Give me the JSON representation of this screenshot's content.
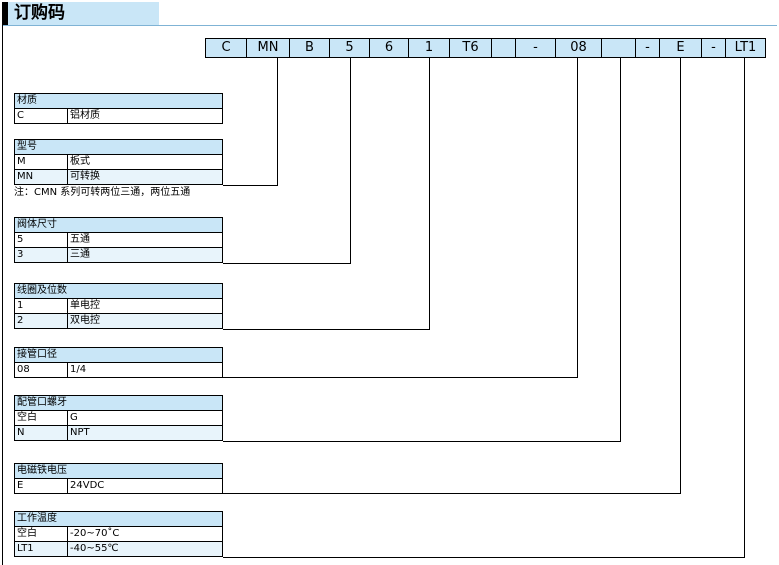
{
  "title": "订购码",
  "code": [
    "C",
    "MN",
    "B",
    "5",
    "6",
    "1",
    "T6",
    "",
    "-",
    "08",
    "",
    "-",
    "E",
    "-",
    "LT1"
  ],
  "tables": [
    {
      "id": "material",
      "header": "材质",
      "rows": [
        [
          "C",
          "铝材质"
        ]
      ]
    },
    {
      "id": "type",
      "header": "型号",
      "rows": [
        [
          "M",
          "板式"
        ],
        [
          "MN",
          "可转换"
        ]
      ]
    },
    {
      "id": "valve-size",
      "header": "阀体尺寸",
      "rows": [
        [
          "5",
          "五通"
        ],
        [
          "3",
          "三通"
        ]
      ]
    },
    {
      "id": "coil-position",
      "header": "线圈及位数",
      "rows": [
        [
          "1",
          "单电控"
        ],
        [
          "2",
          "双电控"
        ]
      ]
    },
    {
      "id": "port-size",
      "header": "接管口径",
      "rows": [
        [
          "08",
          "1/4"
        ]
      ]
    },
    {
      "id": "port-thread",
      "header": "配管口螺牙",
      "rows": [
        [
          "空白",
          "G"
        ],
        [
          "N",
          "NPT"
        ]
      ]
    },
    {
      "id": "solenoid-voltage",
      "header": "电磁铁电压",
      "rows": [
        [
          "E",
          "24VDC"
        ]
      ]
    },
    {
      "id": "working-temp",
      "header": "工作温度",
      "rows": [
        [
          "空白",
          "-20~70˚C"
        ],
        [
          "LT1",
          "-40~55℃"
        ]
      ]
    }
  ],
  "note": "注：CMN 系列可转两位三通，两位五通",
  "colors": {
    "accent_fill": "#c9e6f7",
    "alt_row_fill": "#e8f4fb",
    "line": "#000000"
  }
}
